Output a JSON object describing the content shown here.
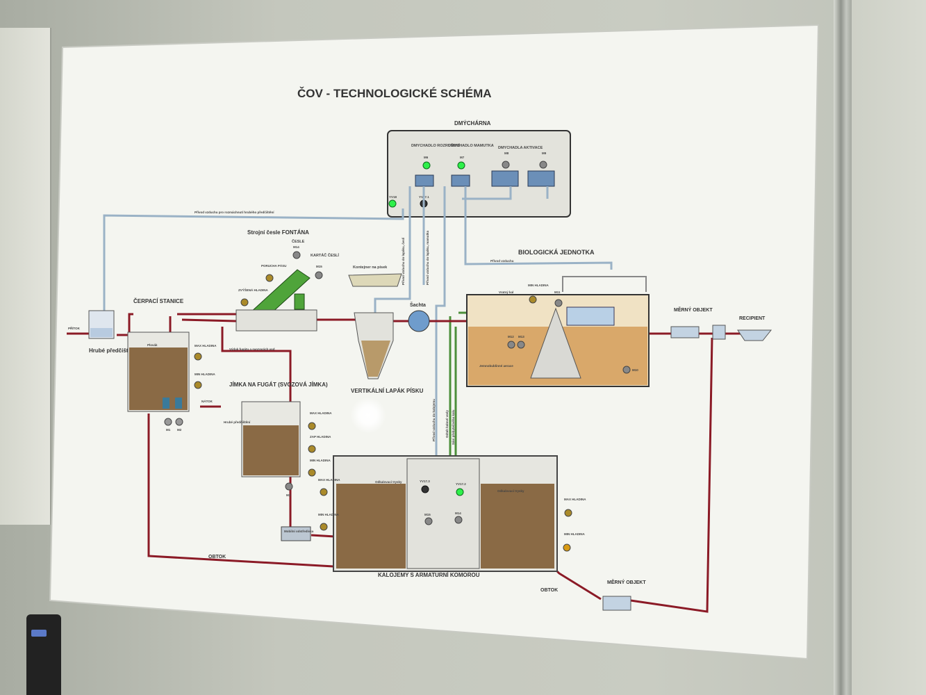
{
  "title": "ČOV - TECHNOLOGICKÉ SCHÉMA",
  "dmychárna": {
    "heading": "DMÝCHÁRNA",
    "blower_rozruseni": "DMYCHADLO ROZRUŠENÍ",
    "blower_mamutka": "DMYCHADLO MAMUTKA",
    "blowers_aktivace": "DMYCHADLA AKTIVACE",
    "m6": "M6",
    "m7": "M7",
    "m8": "M8",
    "m9": "M9",
    "yv18": "YV18",
    "yv17_1": "YV17.1"
  },
  "pipes": {
    "air_screen": "Přívod vzduchu pro rozmáchnutí hrubého předčištění",
    "air_bio": "Přívod vzduchu",
    "air_lapak": "Přívod vzduchu do lapáku, česlí",
    "air_mamut": "Přívod vzduchu do lapáku, mamutka",
    "air_kalojem": "Přívod vzduchu do kalojemu",
    "odtah_vody": "Odtah kalové vody",
    "sani_kalu": "Sání přebytečného kalu",
    "fugat": "Výdak fugátu a svozových vod",
    "pritok": "PŘÍTOK",
    "natok": "NÁTOK",
    "obtok1": "OBTOK",
    "obtok2": "OBTOK"
  },
  "units": {
    "hrube": "Hrubé předčištění",
    "cerpaci": "ČERPACÍ STANICE",
    "plovak": "Plovák",
    "max_hladina": "MAX HLADINA",
    "min_hladina": "MIN HLADINA",
    "zap_hladina": "ZAP HLADINA",
    "zvysena_hladina": "ZVÝŠENÁ HLADINA",
    "m1": "M1",
    "m2": "M2",
    "m3": "M3",
    "cesle": "Strojní česle FONTÁNA",
    "cesle_label": "ČESLE",
    "m14a": "M14",
    "kartac": "KARTÁČ ČESLÍ",
    "m15a": "M15",
    "porucha": "PORUCHA PÁSU",
    "kontejner": "Kontejner na písek",
    "sachta": "Šachta",
    "lapak": "VERTIKÁLNÍ LAPÁK PÍSKU",
    "jimka": "JÍMKA NA FUGÁT (SVOZOVÁ JÍMKA)",
    "hrube2": "Hrubé předčištění",
    "bio": "BIOLOGICKÁ JEDNOTKA",
    "vratny_kal": "Vratný kal",
    "m12": "M12",
    "m13": "M13",
    "m11": "M11",
    "m10": "M10",
    "jemnobublinne": "Jemnobublinné aerace",
    "merny1": "MĚRNÝ OBJEKT",
    "recipient": "RECIPIENT",
    "kalojemy": "KALOJEMY S ARMATURNÍ KOMOROU",
    "yv17_3": "YV17.3",
    "yv17_2": "YV17.2",
    "m15b": "M15",
    "m14b": "M14",
    "odkalovaci": "Odkalovací trysky",
    "mobilni": "Mobilní odstředivka",
    "merny2": "MĚRNÝ OBJEKT"
  },
  "colors": {
    "sewage_pipe": "#8b1a26",
    "air_pipe": "#9ab2c6",
    "sludge_pipe": "#4c8f3a",
    "led_green": "#2ef04a",
    "led_amber": "#d89a12"
  }
}
